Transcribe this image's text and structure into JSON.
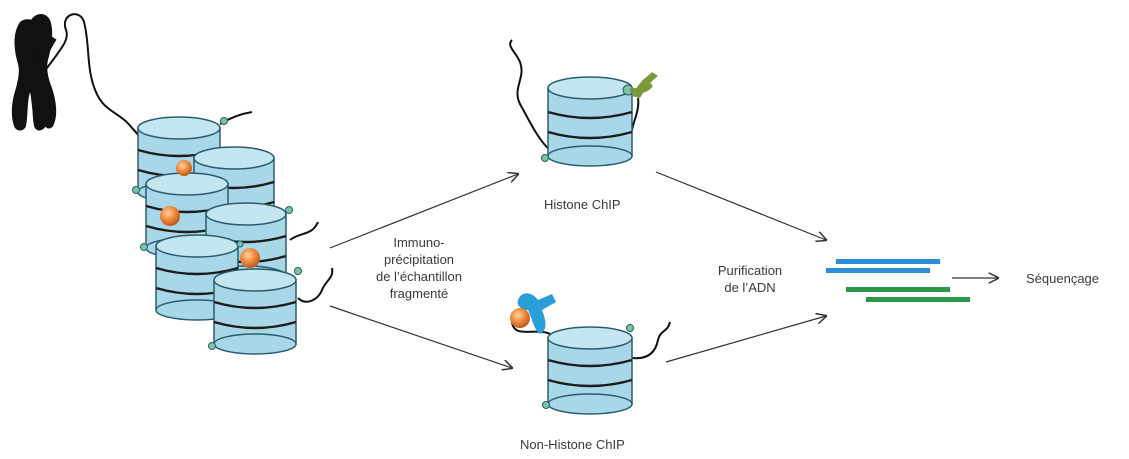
{
  "labels": {
    "immuno": [
      "Immuno-",
      "précipitation",
      "de l’échantillon",
      "fragmenté"
    ],
    "histone_chip": "Histone ChIP",
    "non_histone_chip": "Non-Histone ChIP",
    "purification": [
      "Purification",
      "de l’ADN"
    ],
    "sequencing": "Séquençage"
  },
  "colors": {
    "nucleosome_fill": "#a8d8e8",
    "nucleosome_stroke": "#2a5c70",
    "nucleosome_band": "#1d1d1d",
    "protein": "#e07a2a",
    "histone_antibody": "#7a9a3a",
    "nonhistone_antibody": "#2a9ed8",
    "read_blue": "#2a8ed8",
    "read_green": "#2a9a4a",
    "marker": "#7ac6a0",
    "arrow": "#333333"
  }
}
